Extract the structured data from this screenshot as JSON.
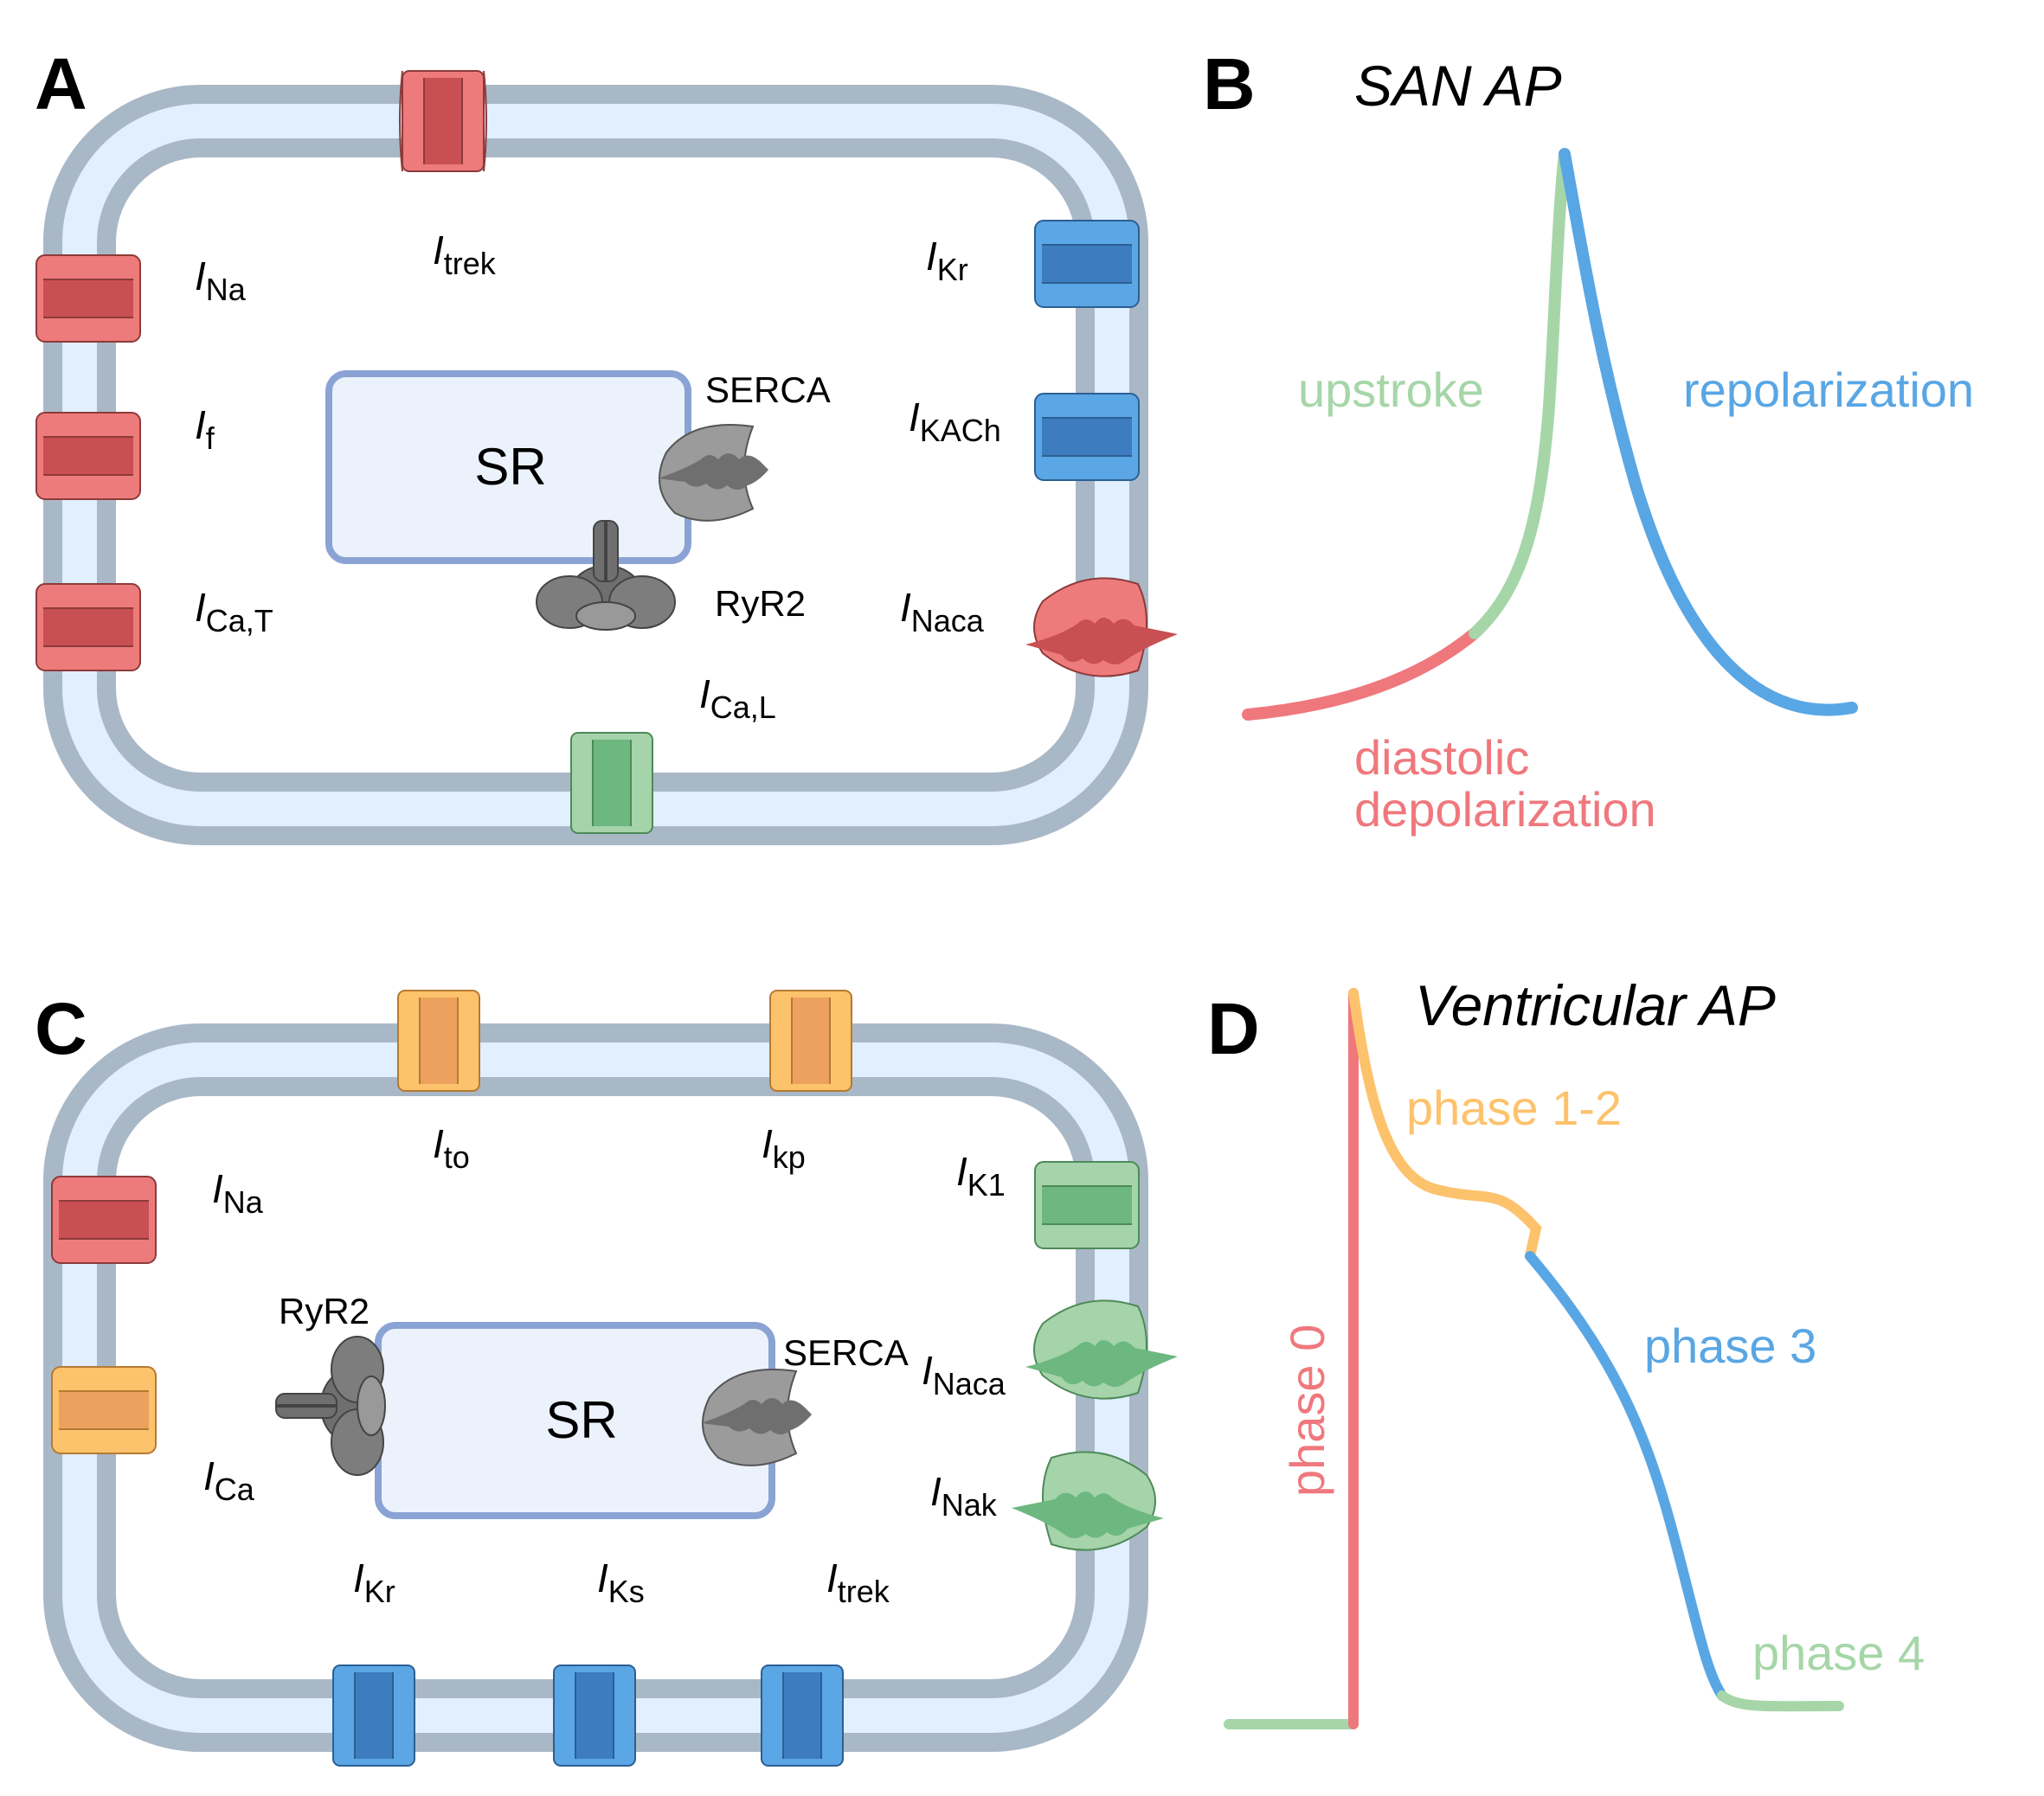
{
  "panels": {
    "a": "A",
    "b": "B",
    "c": "C",
    "d": "D"
  },
  "colors": {
    "red_light": "#ee7b7b",
    "red_dark": "#c84f52",
    "blue_light": "#5ba6e4",
    "blue_dark": "#3d7dbf",
    "green_light": "#a5d3aa",
    "green_dark": "#6cb880",
    "orange_light": "#fdc26c",
    "orange_dark": "#eca25e",
    "membrane_outer": "#a9b8c7",
    "membrane_inner": "#e1efff",
    "sr_fill": "#ecf2fb",
    "sr_stroke": "#8aa3d4",
    "pump_gray": "#9b9b9b",
    "upstroke": "#a6d6a8",
    "diastolic": "#ef787d",
    "repol": "#59a6e4"
  },
  "cellA": {
    "sr_label": "SR",
    "serca": "SERCA",
    "ryr2": "RyR2",
    "currents": {
      "na": {
        "i": "I",
        "sub": "Na"
      },
      "f": {
        "i": "I",
        "sub": "f"
      },
      "cat": {
        "i": "I",
        "sub": "Ca,T"
      },
      "trek": {
        "i": "I",
        "sub": "trek"
      },
      "kr": {
        "i": "I",
        "sub": "Kr"
      },
      "kach": {
        "i": "I",
        "sub": "KACh"
      },
      "naca": {
        "i": "I",
        "sub": "Naca"
      },
      "cal": {
        "i": "I",
        "sub": "Ca,L"
      }
    }
  },
  "panelB": {
    "title": "SAN AP",
    "upstroke": "upstroke",
    "repolarization": "repolarization",
    "diastolic_1": "diastolic",
    "diastolic_2": "depolarization"
  },
  "cellC": {
    "sr_label": "SR",
    "serca": "SERCA",
    "ryr2": "RyR2",
    "currents": {
      "na": {
        "i": "I",
        "sub": "Na"
      },
      "ca": {
        "i": "I",
        "sub": "Ca"
      },
      "to": {
        "i": "I",
        "sub": "to"
      },
      "kp": {
        "i": "I",
        "sub": "kp"
      },
      "k1": {
        "i": "I",
        "sub": "K1"
      },
      "naca": {
        "i": "I",
        "sub": "Naca"
      },
      "nak": {
        "i": "I",
        "sub": "Nak"
      },
      "kr": {
        "i": "I",
        "sub": "Kr"
      },
      "ks": {
        "i": "I",
        "sub": "Ks"
      },
      "trek": {
        "i": "I",
        "sub": "trek"
      }
    }
  },
  "panelD": {
    "title": "Ventricular AP",
    "phase0": "phase 0",
    "phase12": "phase 1-2",
    "phase3": "phase 3",
    "phase4": "phase 4"
  }
}
